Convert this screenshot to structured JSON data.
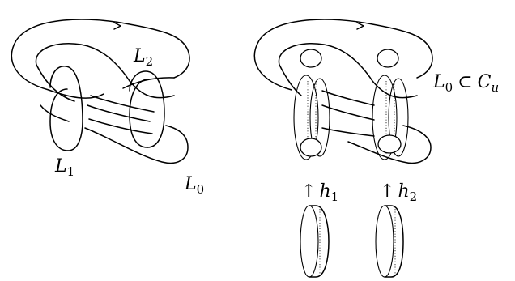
{
  "left_figure": {
    "labels": {
      "l1": {
        "base": "L",
        "sub": "1"
      },
      "l2": {
        "base": "L",
        "sub": "2"
      },
      "l0": {
        "base": "L",
        "sub": "0"
      }
    }
  },
  "right_figure": {
    "labels": {
      "l0c": {
        "base": "L",
        "sub": "0",
        "rel": "⊂",
        "base2": "C",
        "sub2": "u"
      },
      "h1": {
        "arrow": "↑",
        "base": "h",
        "sub": "1"
      },
      "h2": {
        "arrow": "↑",
        "base": "h",
        "sub": "2"
      }
    }
  }
}
